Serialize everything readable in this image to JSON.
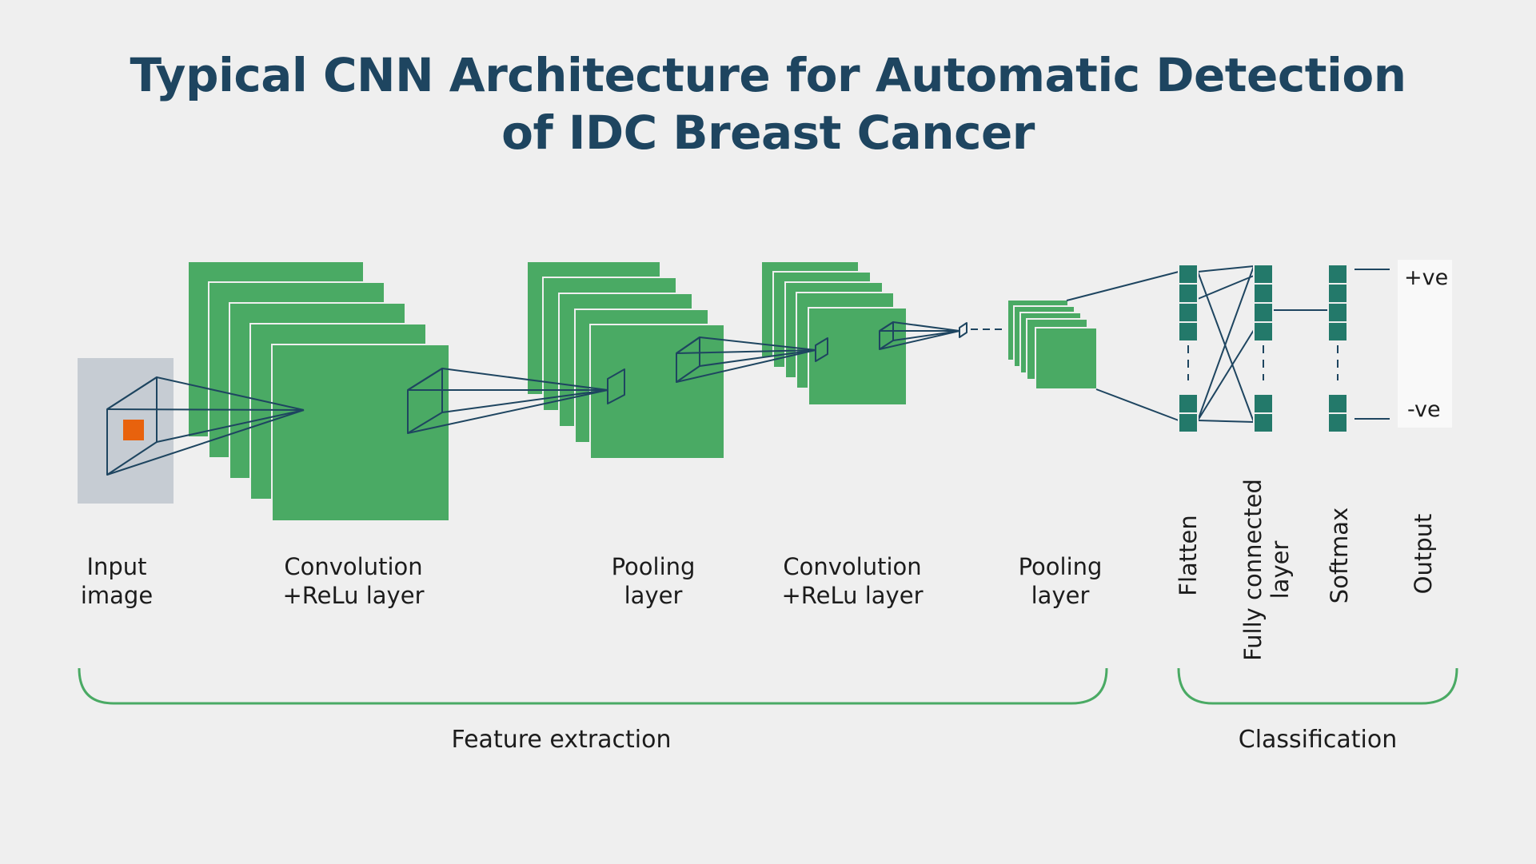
{
  "title": {
    "line1": "Typical CNN Architecture for Automatic Detection",
    "line2": "of IDC Breast Cancer"
  },
  "labels": {
    "input": [
      "Input",
      "image"
    ],
    "conv1": [
      "Convolution",
      "+ReLu layer"
    ],
    "pool1": [
      "Pooling",
      "layer"
    ],
    "conv2": [
      "Convolution",
      "+ReLu layer"
    ],
    "pool2": [
      "Pooling",
      "layer"
    ],
    "flatten": "Flatten",
    "fully_connected": [
      "Fully connected",
      "layer"
    ],
    "softmax": "Softmax",
    "output": "Output"
  },
  "outputs": {
    "positive": "+ve",
    "negative": "-ve"
  },
  "groups": {
    "feature_extraction": "Feature extraction",
    "classification": "Classification"
  },
  "colors": {
    "background": "#efefef",
    "feature_map": "#4aaa64",
    "neuron": "#23796a",
    "line": "#1e4560",
    "input_bg": "#c6ccd3",
    "input_patch": "#e8620d",
    "bracket": "#4aaa64",
    "output_box": "#f9f9f9"
  }
}
